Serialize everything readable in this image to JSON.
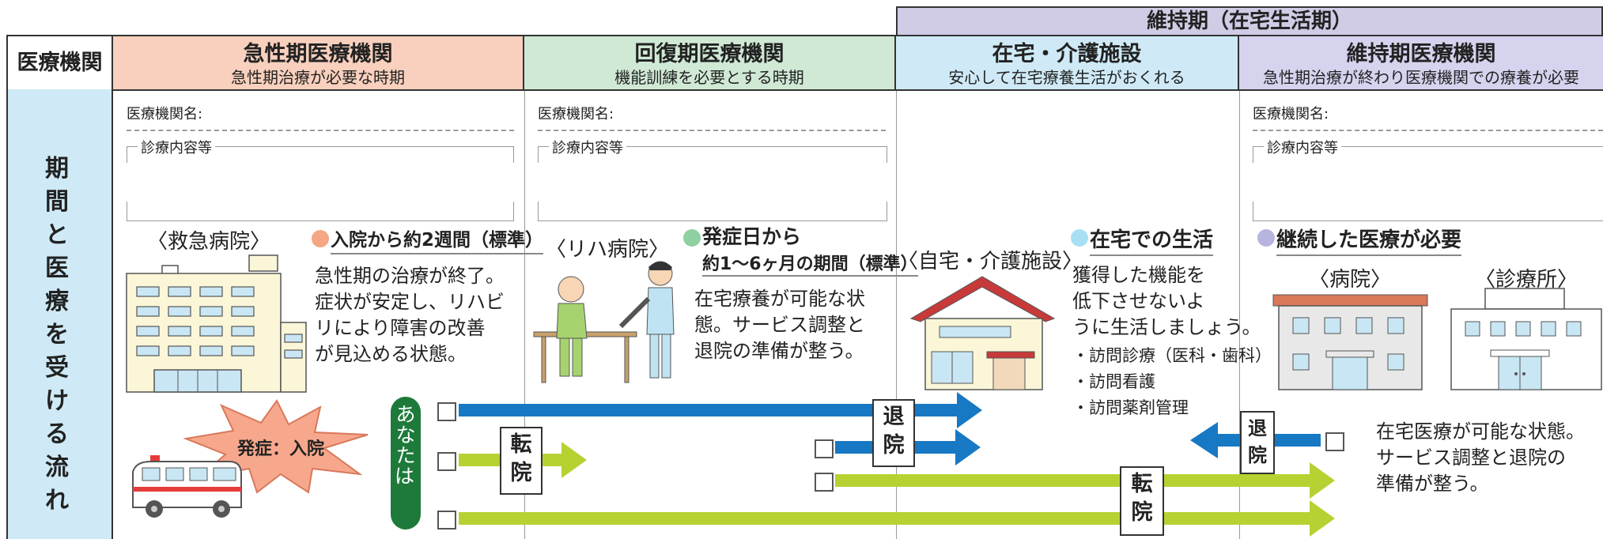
{
  "top_header": "維持期（在宅生活期）",
  "left_header": "医療機関",
  "left_side_title": "期間と医療を受ける流れ",
  "columns": [
    {
      "title": "急性期医療機関",
      "subtitle": "急性期治療が必要な時期",
      "color": "#f8d0bd"
    },
    {
      "title": "回復期医療機関",
      "subtitle": "機能訓練を必要とする時期",
      "color": "#cfe9d5"
    },
    {
      "title": "在宅・介護施設",
      "subtitle": "安心して在宅療養生活がおくれる",
      "color": "#cfeaf6"
    },
    {
      "title": "維持期医療機関",
      "subtitle": "急性期治療が終わり医療機関での療養が必要",
      "color": "#d5d3ee"
    }
  ],
  "form": {
    "institution_label": "医療機関名:",
    "content_label": "診療内容等"
  },
  "acute": {
    "facility": "〈救急病院〉",
    "period": "入院から約2週間（標準）",
    "text": [
      "急性期の治療が終了。",
      "症状が安定し、リハビ",
      "リにより障害の改善",
      "が見込める状態。"
    ],
    "onset": "発症：入院"
  },
  "rehab": {
    "facility": "〈リハ病院〉",
    "period_line1": "発症日から",
    "period_line2": "約1～6ヶ月の期間（標準）",
    "text": [
      "在宅療養が可能な状",
      "態。サービス調整と",
      "退院の準備が整う。"
    ]
  },
  "home": {
    "facility": "〈自宅・介護施設〉",
    "period": "在宅での生活",
    "text": [
      "獲得した機能を",
      "低下させないよ",
      "うに生活しましょう。"
    ],
    "services": [
      "・訪問診療（医科・歯科）",
      "・訪問看護",
      "・訪問薬剤管理"
    ]
  },
  "maintenance": {
    "period": "継続した医療が必要",
    "facility_hospital": "〈病院〉",
    "facility_clinic": "〈診療所〉",
    "text": [
      "在宅医療が可能な状態。",
      "サービス調整と退院の",
      "準備が整う。"
    ]
  },
  "you_label": "あなたは・・・",
  "flow_labels": {
    "transfer": "転院",
    "discharge": "退院"
  },
  "colors": {
    "blue": "#1778c4",
    "green": "#b6d232",
    "dark_green": "#1d7a3a",
    "orange_dot": "#f5a682",
    "green_dot": "#8fd0a0",
    "blue_dot": "#a8dff4",
    "purple_dot": "#b7b4e0"
  }
}
